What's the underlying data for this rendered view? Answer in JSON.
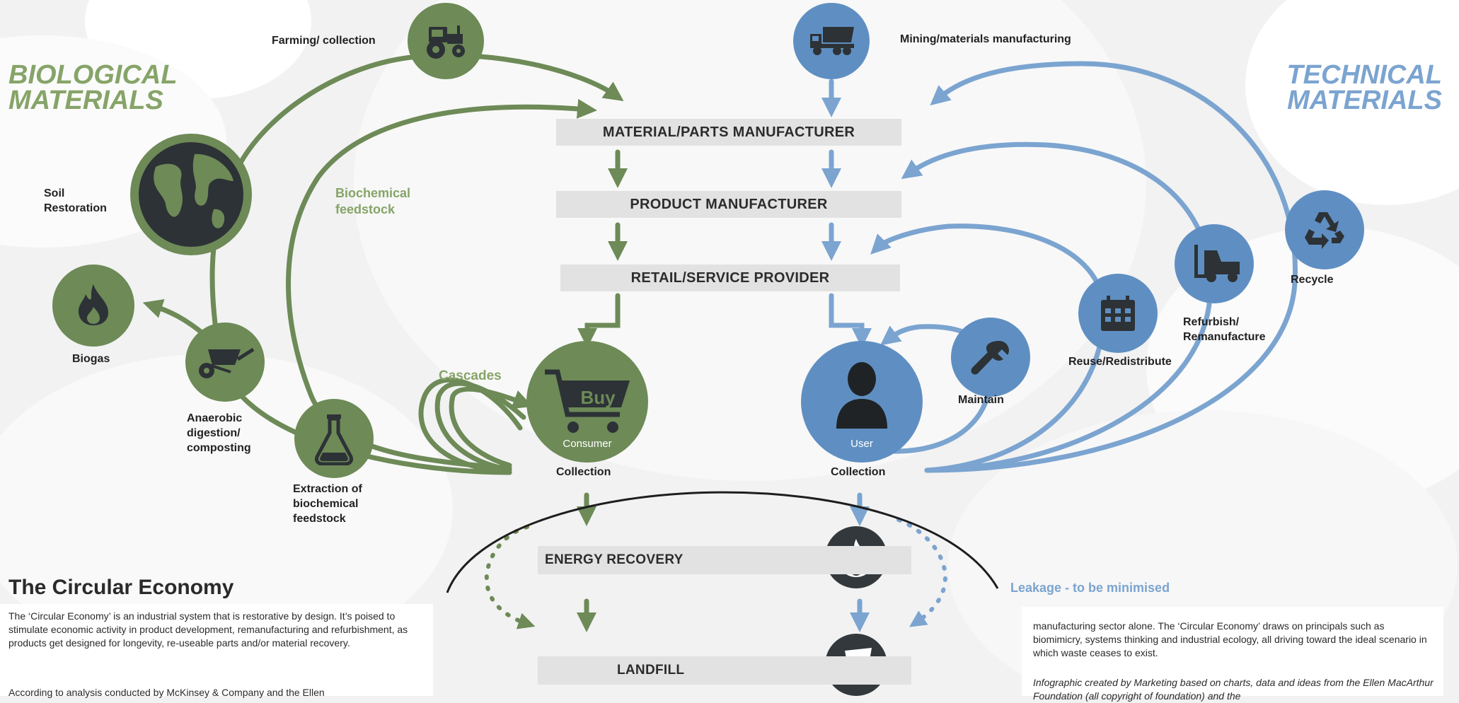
{
  "titles": {
    "biological": "BIOLOGICAL\nMATERIALS",
    "technical": "TECHNICAL\nMATERIALS",
    "circular_economy": "The Circular Economy"
  },
  "stages": {
    "material_parts": "MATERIAL/PARTS MANUFACTURER",
    "product": "PRODUCT MANUFACTURER",
    "retail": "RETAIL/SERVICE PROVIDER",
    "energy_recovery": "ENERGY RECOVERY",
    "landfill": "LANDFILL"
  },
  "bio_labels": {
    "farming": "Farming/ collection",
    "soil": "Soil\nRestoration",
    "biogas": "Biogas",
    "anaerobic": "Anaerobic\ndigestion/\ncomposting",
    "extraction": "Extraction of\nbiochemical\nfeedstock",
    "biochemical": "Biochemical\nfeedstock",
    "cascades": "Cascades",
    "consumer": "Consumer",
    "buy": "Buy",
    "collection": "Collection"
  },
  "tech_labels": {
    "mining": "Mining/materials manufacturing",
    "user": "User",
    "collection": "Collection",
    "maintain": "Maintain",
    "reuse": "Reuse/Redistribute",
    "refurbish": "Refurbish/\nRemanufacture",
    "recycle": "Recycle"
  },
  "leakage": "Leakage - to be minimised",
  "text": {
    "left_para1": "The ‘Circular Economy’ is an industrial system that is restorative by design. It’s poised to stimulate economic activity in product development, remanufacturing and refurbishment, as products get designed for longevity, re-useable parts and/or material recovery.",
    "left_para2": "According to analysis conducted by McKinsey & Company and the Ellen",
    "right_para1": "manufacturing sector alone. The ‘Circular Economy’ draws on principals such as biomimicry, systems thinking and industrial ecology, all driving toward the ideal scenario in which waste ceases to exist.",
    "right_para2": "Infographic created by Marketing based on charts, data and ideas from the Ellen MacArthur Foundation (all copyright of foundation) and the"
  },
  "colors": {
    "green": "#6d8a57",
    "green_light": "#86a468",
    "blue": "#7ba4d0",
    "blue_circle": "#5f8fc2",
    "dark": "#33383c",
    "bar": "#e2e2e2"
  },
  "icons": {
    "farming": "tractor-icon",
    "mining": "dump-truck-icon",
    "soil": "globe-icon",
    "biogas": "flame-icon",
    "anaerobic": "wheelbarrow-icon",
    "extraction": "flask-icon",
    "consumer": "shopping-cart-icon",
    "user": "person-icon",
    "maintain": "wrench-icon",
    "reuse": "calendar-icon",
    "refurbish": "forklift-icon",
    "recycle": "recycle-icon",
    "energy": "flame-icon",
    "landfill": "tipper-truck-icon"
  }
}
